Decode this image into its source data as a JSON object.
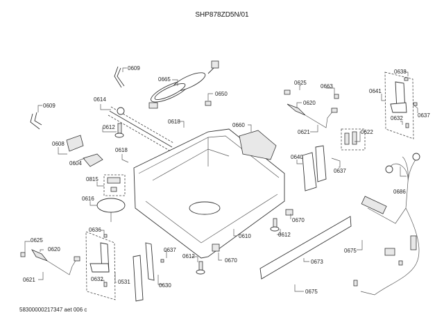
{
  "diagram": {
    "title": "SHP878ZD5N/01",
    "footer": "58300000217347 aet 006 c",
    "labels": [
      {
        "id": "0609a",
        "text": "0609"
      },
      {
        "id": "0609b",
        "text": "0609"
      },
      {
        "id": "0665",
        "text": "0665"
      },
      {
        "id": "0650",
        "text": "0650"
      },
      {
        "id": "0614",
        "text": "0614"
      },
      {
        "id": "0612a",
        "text": "0612"
      },
      {
        "id": "0618a",
        "text": "0618"
      },
      {
        "id": "0618b",
        "text": "0618"
      },
      {
        "id": "0608",
        "text": "0608"
      },
      {
        "id": "0604",
        "text": "0604"
      },
      {
        "id": "0815",
        "text": "0815"
      },
      {
        "id": "0616",
        "text": "0616"
      },
      {
        "id": "0660",
        "text": "0660"
      },
      {
        "id": "0625a",
        "text": "0625"
      },
      {
        "id": "0663",
        "text": "0663"
      },
      {
        "id": "0620a",
        "text": "0620"
      },
      {
        "id": "0621a",
        "text": "0621"
      },
      {
        "id": "0622",
        "text": "0622"
      },
      {
        "id": "0640",
        "text": "0640"
      },
      {
        "id": "0637a",
        "text": "0637"
      },
      {
        "id": "0641",
        "text": "0641"
      },
      {
        "id": "0638",
        "text": "0638"
      },
      {
        "id": "0632a",
        "text": "0632"
      },
      {
        "id": "0637b",
        "text": "0637"
      },
      {
        "id": "0686",
        "text": "0686"
      },
      {
        "id": "0670a",
        "text": "0670"
      },
      {
        "id": "0612b",
        "text": "0612"
      },
      {
        "id": "0610",
        "text": "0610"
      },
      {
        "id": "0675a",
        "text": "0675"
      },
      {
        "id": "0673",
        "text": "0673"
      },
      {
        "id": "0675b",
        "text": "0675"
      },
      {
        "id": "0625b",
        "text": "0625"
      },
      {
        "id": "0620b",
        "text": "0620"
      },
      {
        "id": "0621b",
        "text": "0621"
      },
      {
        "id": "0636",
        "text": "0636"
      },
      {
        "id": "0632b",
        "text": "0632"
      },
      {
        "id": "0531",
        "text": "0531"
      },
      {
        "id": "0637c",
        "text": "0637"
      },
      {
        "id": "0630",
        "text": "0630"
      },
      {
        "id": "0612c",
        "text": "0612"
      },
      {
        "id": "0670b",
        "text": "0670"
      }
    ]
  }
}
